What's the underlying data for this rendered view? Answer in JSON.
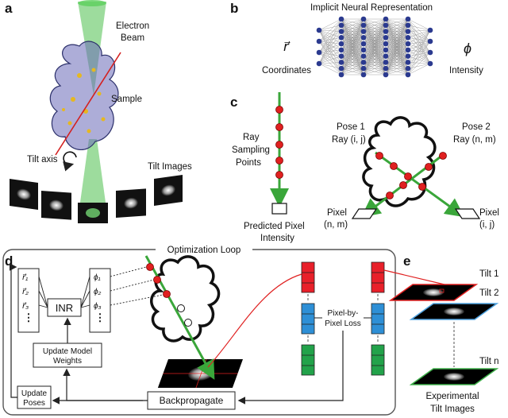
{
  "panels": {
    "a": "a",
    "b": "b",
    "c": "c",
    "d": "d",
    "e": "e"
  },
  "panel_a": {
    "electron_beam_line1": "Electron",
    "electron_beam_line2": "Beam",
    "sample": "Sample",
    "tilt_axis": "Tilt axis",
    "tilt_images": "Tilt Images"
  },
  "panel_b": {
    "title": "Implicit Neural Representation",
    "input_symbol": "r⃗",
    "input_label": "Coordinates",
    "output_symbol": "ϕ",
    "output_label": "Intensity"
  },
  "panel_c": {
    "ray_line1": "Ray",
    "ray_line2": "Sampling",
    "ray_line3": "Points",
    "pred_line1": "Predicted Pixel",
    "pred_line2": "Intensity",
    "pose1_line1": "Pose 1",
    "pose1_line2": "Ray (i, j)",
    "pose2_line1": "Pose 2",
    "pose2_line2": "Ray (n, m)",
    "pixel_left_line1": "Pixel",
    "pixel_left_line2": "(n, m)",
    "pixel_right_line1": "Pixel",
    "pixel_right_line2": "(i, j)"
  },
  "panel_d": {
    "loop_title": "Optimization Loop",
    "r_labels": [
      "r⃗₁",
      "r⃗₂",
      "r⃗₃"
    ],
    "phi_labels": [
      "ϕ₁",
      "ϕ₂",
      "ϕ₃"
    ],
    "inr": "INR",
    "update_weights_line1": "Update Model",
    "update_weights_line2": "Weights",
    "update_poses_line1": "Update",
    "update_poses_line2": "Poses",
    "backprop": "Backpropagate",
    "loss_line1": "Pixel-by-",
    "loss_line2": "Pixel Loss"
  },
  "panel_e": {
    "tilt1": "Tilt 1",
    "tilt2": "Tilt 2",
    "tiltn": "Tilt n",
    "caption_line1": "Experimental",
    "caption_line2": "Tilt Images"
  },
  "colors": {
    "beam": "#4cbf4c",
    "ray": "#3aa63a",
    "point": "#e02020",
    "sample": "#6a6ab8",
    "node": "#2b3a8f",
    "red_block": "#e8202a",
    "blue_block": "#2e8fd6",
    "green_block": "#22a24a",
    "tilt2_border": "#4fa3e0",
    "tiltn_border": "#3fb04a"
  }
}
